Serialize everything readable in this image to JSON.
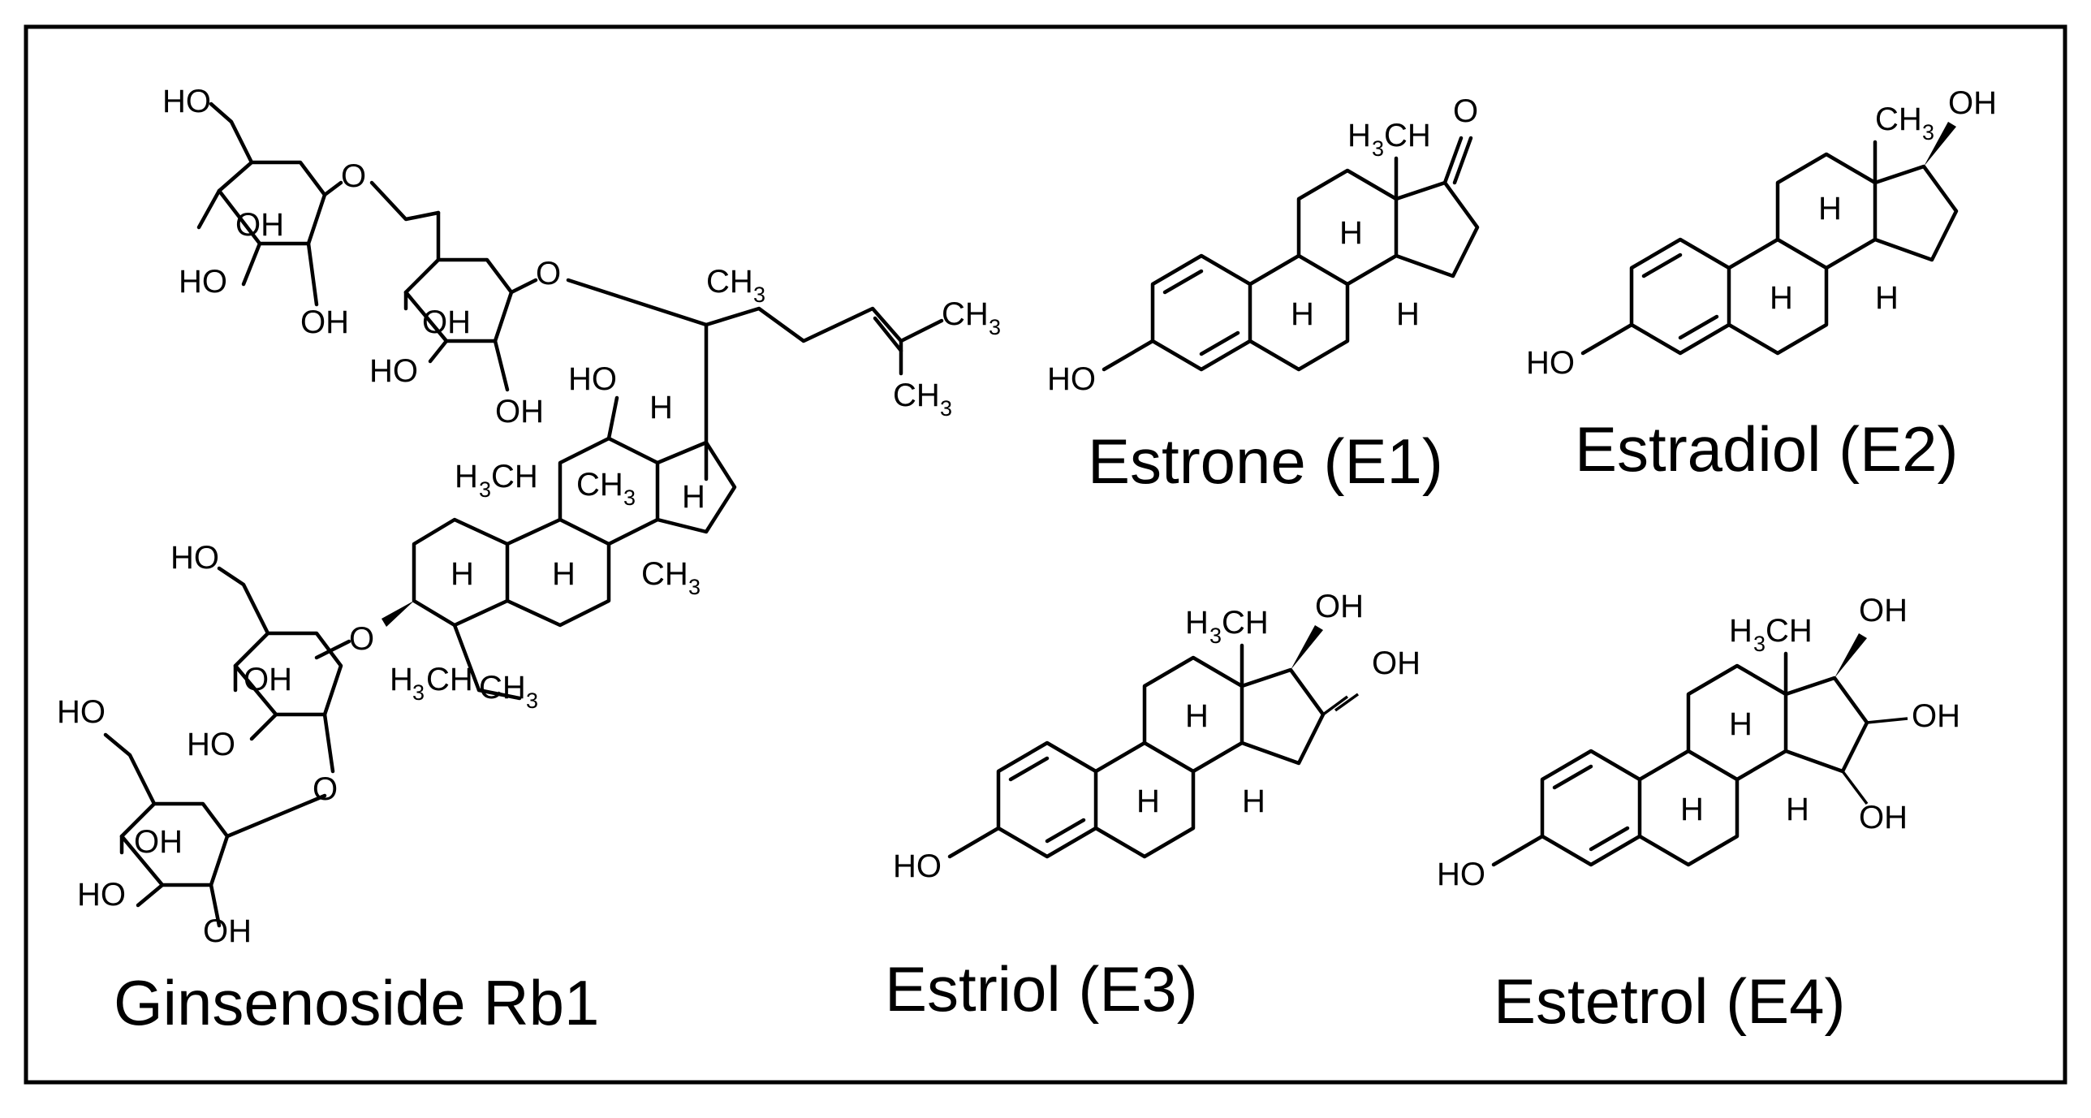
{
  "compounds": [
    {
      "id": "ginsenoside",
      "name": "Ginsenoside Rb1"
    },
    {
      "id": "e1",
      "name": "Estrone (E1)"
    },
    {
      "id": "e2",
      "name": "Estradiol (E2)"
    },
    {
      "id": "e3",
      "name": "Estriol (E3)"
    },
    {
      "id": "e4",
      "name": "Estetrol (E4)"
    }
  ],
  "atom_labels": {
    "HO": "HO",
    "OH": "OH",
    "O": "O",
    "H": "H",
    "CH": "CH",
    "three": "3",
    "OH_clipped": "OH"
  },
  "colors": {
    "ink": "#000000",
    "background": "#ffffff"
  }
}
